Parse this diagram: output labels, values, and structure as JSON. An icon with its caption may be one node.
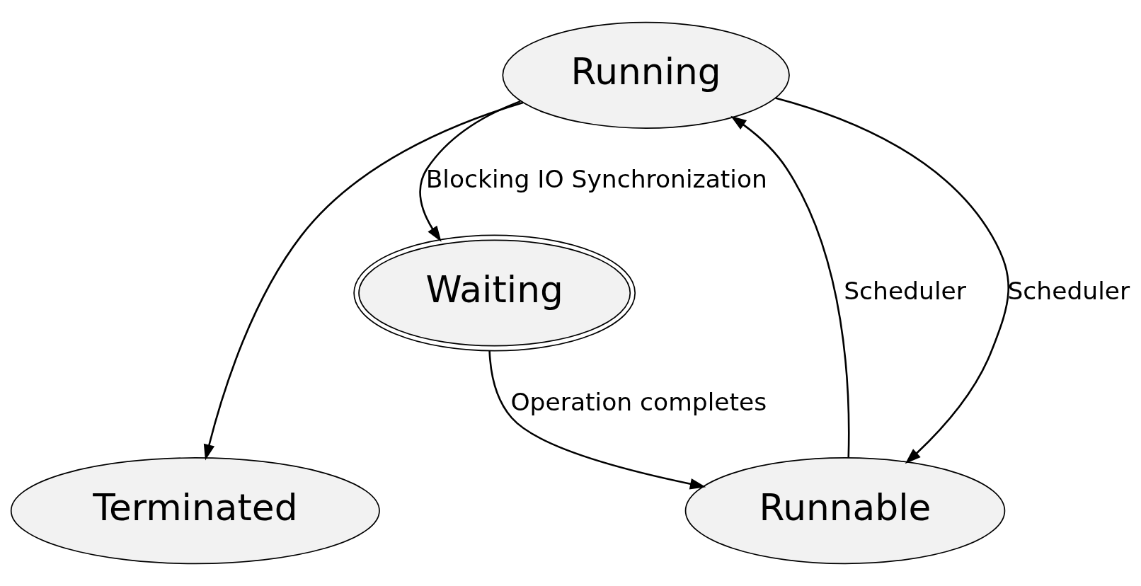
{
  "diagram": {
    "nodes": [
      {
        "text": [
          "Running"
        ]
      },
      {
        "text": [
          "Runnable"
        ]
      },
      {
        "text": [
          "Terminated"
        ]
      },
      {
        "text": [
          "Waiting"
        ]
      }
    ],
    "edges": [
      {
        "from": 1,
        "to": 0,
        "arrow": "to",
        "label": "Scheduler"
      },
      {
        "from": 0,
        "to": 1,
        "arrow": "to",
        "label": "Scheduler"
      },
      {
        "from": 0,
        "to": 2,
        "arrow": "to"
      },
      {
        "from": 0,
        "to": 3,
        "arrow": "to",
        "label": "Blocking IO Synchronization"
      },
      {
        "from": 3,
        "to": 1,
        "arrow": "to",
        "label": "Operation completes"
      }
    ]
  }
}
